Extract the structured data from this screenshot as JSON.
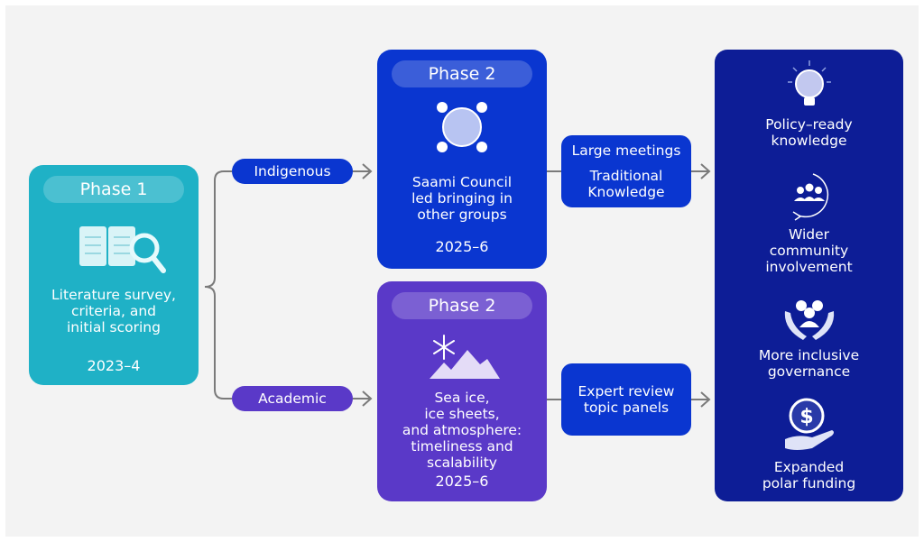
{
  "phase1": {
    "phase_label": "Phase 1",
    "icon": "book-magnifier-icon",
    "lines": [
      "Literature survey,",
      "criteria, and",
      "initial scoring"
    ],
    "years": "2023–4"
  },
  "branches": {
    "indigenous": "Indigenous",
    "academic": "Academic"
  },
  "phase2_indigenous": {
    "phase_label": "Phase 2",
    "icon": "council-table-icon",
    "lines": [
      "Saami Council",
      "led bringing in",
      "other groups"
    ],
    "years": "2025–6"
  },
  "phase2_academic": {
    "phase_label": "Phase 2",
    "icon": "snowflake-mountain-icon",
    "lines": [
      "Sea ice,",
      "ice sheets,",
      "and atmosphere:",
      "timeliness and",
      "scalability"
    ],
    "years": "2025–6"
  },
  "process_indigenous": {
    "line1": "Large meetings",
    "line2": "Traditional",
    "line3": "Knowledge"
  },
  "process_academic": {
    "line1": "Expert review",
    "line2": "topic panels"
  },
  "outcomes": [
    {
      "icon": "lightbulb-icon",
      "lines": [
        "Policy–ready",
        "knowledge"
      ]
    },
    {
      "icon": "community-cycle-icon",
      "lines": [
        "Wider",
        "community",
        "involvement"
      ]
    },
    {
      "icon": "hands-people-icon",
      "lines": [
        "More inclusive",
        "governance"
      ]
    },
    {
      "icon": "hand-dollar-icon",
      "lines": [
        "Expanded",
        "polar funding"
      ]
    }
  ],
  "colors": {
    "phase1": "#1fb1c6",
    "indigenous": "#0a36d0",
    "academic": "#5a39c8",
    "outcomes": "#0d1d96",
    "connector": "#7a7a7a"
  }
}
